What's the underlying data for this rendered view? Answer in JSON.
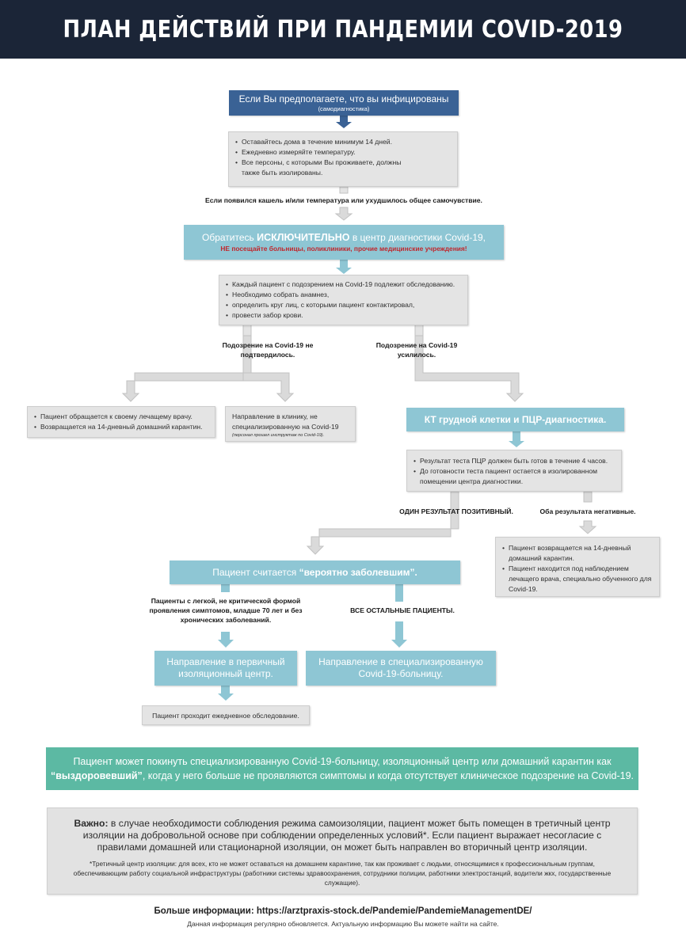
{
  "title": "ПЛАН ДЕЙСТВИЙ ПРИ ПАНДЕМИИ COVID-2019",
  "self_check": {
    "title": "Если Вы предполагаете, что вы инфицированы",
    "subtitle": "(самодиагностика)"
  },
  "home_box": [
    "Оставайтесь дома в течение минимум 14 дней.",
    "Ежедневно измеряйте температуру.",
    "Все персоны, с которыми Вы проживаете, должны также быть изолированы."
  ],
  "symptoms_label": "Если появился кашель и/или температура или ухудшилось общее самочувствие.",
  "contact_center": {
    "pre": "Обратитесь",
    "emphasis": "ИСКЛЮЧИТЕЛЬНО",
    "post": "в центр диагностики Covid-19,",
    "warning": "НЕ посещайте больницы, поликлиники, прочие медицинские учреждения!"
  },
  "exam_box": [
    "Каждый пациент с подозрением на Covid-19 подлежит обследованию.",
    "Необходимо собрать анамнез,",
    "определить круг лиц, с которыми пациент контактировал,",
    "провести забор крови."
  ],
  "branch_not_confirmed": "Подозрение на Covid-19 не подтвердилось.",
  "branch_increased": "Подозрение на Covid-19 усилилось.",
  "gp_box": [
    "Пациент обращается к своему лечащему врачу.",
    "Возвращается на 14-дневный домашний карантин."
  ],
  "clinic_box": {
    "text": "Направление в клинику, не специализированную на Covid-19",
    "note": "(персонал прошел инструктаж по Covid-19)."
  },
  "ct_box": "КТ грудной клетки и ПЦР-диагностика.",
  "pcr_box": [
    "Результат теста ПЦР должен быть готов в течение 4 часов.",
    "До готовности теста пациент остается в изолированном помещении центра диагностики."
  ],
  "one_positive": "ОДИН РЕЗУЛЬТАТ ПОЗИТИВНЫЙ.",
  "both_negative": "Оба результата негативные.",
  "negative_box": [
    "Пациент возвращается на 14-дневный домашний карантин.",
    "Пациент находится под наблюдением лечащего врача, специально обученного для Covid-19."
  ],
  "probable_box": {
    "pre": "Пациент считается",
    "emphasis": "“вероятно заболевшим”."
  },
  "mild_label": "Пациенты с легкой, не критической формой проявления симптомов, младше 70 лет и без хронических заболеваний.",
  "others_label": "ВСЕ ОСТАЛЬНЫЕ ПАЦИЕНТЫ.",
  "primary_center": "Направление в первичный изоляционный центр.",
  "special_hospital": "Направление в специализированную Covid-19-больницу.",
  "daily_exam": "Пациент проходит ежедневное обследование.",
  "recovered": {
    "line1": "Пациент может покинуть специализированную Covid-19-больницу, изоляционный центр или домашний карантин как",
    "emphasis": "“выздоровевший”",
    "line2": ", когда у него больше не проявляются симптомы и когда отсутствует клиническое подозрение на Covid-19."
  },
  "important": {
    "label": "Важно:",
    "text": "в случае необходимости соблюдения режима самоизоляции, пациент может быть помещен в третичный центр изоляции на добровольной основе при соблюдении определенных условий*. Если пациент выражает несогласие с правилами домашней или стационарной изоляции, он может быть направлен во вторичный центр изоляции.",
    "footnote": "*Третичный центр изоляции: для всех, кто не может оставаться на домашнем карантине, так как проживает с людьми, относящимися к профессиональным группам, обеспечивающим работу социальной инфраструктуры (работники системы здравоохранения, сотрудники полиции, работники электростанций, водители жкх, государственные служащие)."
  },
  "footer": {
    "more": "Больше информации: https://arztpraxis-stock.de/Pandemie/PandemieManagementDE/",
    "updated": "Данная информация регулярно обновляется. Актуальную информацию Вы можете найти на сайте."
  },
  "colors": {
    "header": "#1b2537",
    "navy": "#3a6295",
    "teal": "#8ec6d4",
    "gray": "#e4e4e4",
    "green": "#5cb9a3",
    "warning": "#c0272d"
  }
}
